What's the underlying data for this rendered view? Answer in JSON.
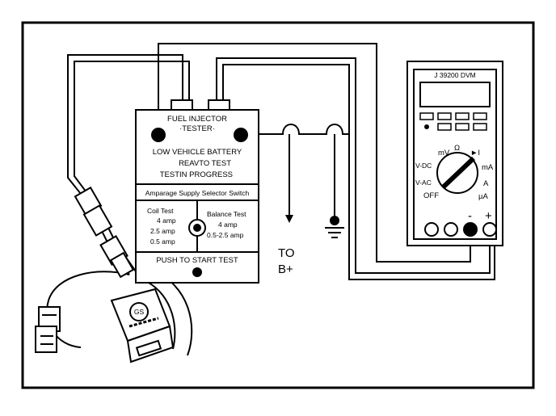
{
  "tester": {
    "title": "FUEL INJECTOR",
    "subtitle": "·TESTER·",
    "status_low_battery": "LOW VEHICLE BATTERY",
    "status_ready": "REAVTO TEST",
    "status_in_progress": "TESTIN PROGRESS",
    "selector_header": "Amparage Supply Selector Switch",
    "coil_test_title": "Coil Test",
    "coil_test_values": [
      "4 amp",
      "2.5 amp",
      "0.5 amp"
    ],
    "balance_test_title": "Balance Test",
    "balance_test_values": [
      "4 amp",
      "0.5-2.5 amp"
    ],
    "push_to_start": "PUSH TO START TEST"
  },
  "dvm": {
    "model": "J 39200 DVM",
    "dial_labels": {
      "mv": "mV",
      "ohm": "Ω",
      "diode": "►I",
      "v_dc": "V-DC",
      "v_ac": "V-AC",
      "off": "OFF",
      "ma": "mA",
      "a": "A",
      "ua": "µA"
    },
    "terminal_minus": "-",
    "terminal_plus": "+"
  },
  "battery": {
    "to_label": "TO",
    "b_plus_label": "B+"
  },
  "connector": {
    "badge": "GS"
  }
}
